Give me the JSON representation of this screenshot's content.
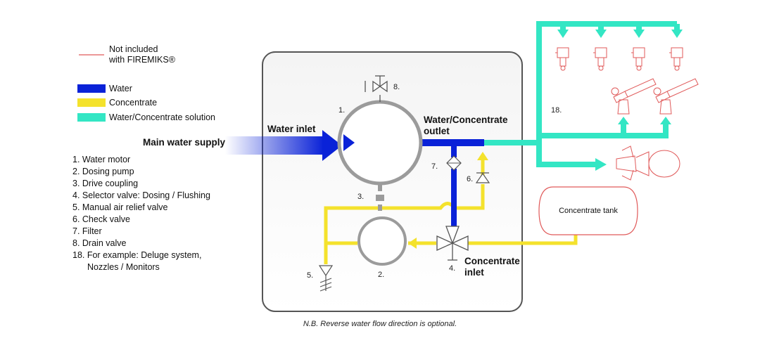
{
  "legend": {
    "not_included": [
      "Not included",
      "with FIREMIKS®"
    ],
    "water": "Water",
    "concentrate": "Concentrate",
    "solution": "Water/Concentrate solution"
  },
  "labels": {
    "main_water_supply": "Main water supply",
    "water_inlet": "Water inlet",
    "outlet_line1": "Water/Concentrate",
    "outlet_line2": "outlet",
    "concentrate_inlet_line1": "Concentrate",
    "concentrate_inlet_line2": "inlet",
    "concentrate_tank": "Concentrate tank"
  },
  "component_numbers": {
    "n1": "1.",
    "n2": "2.",
    "n3": "3.",
    "n4": "4.",
    "n5": "5.",
    "n6": "6.",
    "n7": "7.",
    "n8": "8.",
    "n18": "18."
  },
  "items": [
    "1. Water motor",
    "2. Dosing pump",
    "3. Drive coupling",
    "4. Selector valve: Dosing / Flushing",
    "5. Manual air relief valve",
    "6. Check valve",
    "7. Filter",
    "8. Drain valve",
    "18. For example: Deluge system,",
    "Nozzles / Monitors"
  ],
  "note": "N.B. Reverse water flow direction is optional.",
  "colors": {
    "water": "#0a22d8",
    "concentrate": "#f4e22c",
    "solution": "#33e6c4",
    "not_included": "#e05a5a",
    "equipment": "#9b9b9b"
  }
}
